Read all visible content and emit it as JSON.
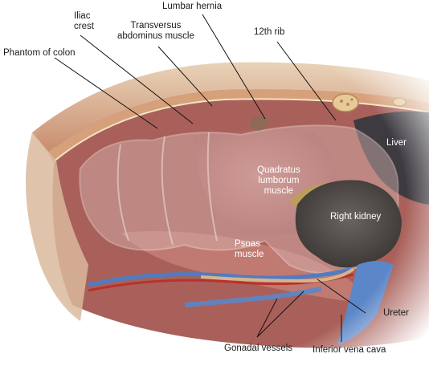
{
  "figure": {
    "labels": {
      "lumbar_hernia": "Lumbar hernia",
      "iliac_crest_line1": "Iliac",
      "iliac_crest_line2": "crest",
      "transversus_line1": "Transversus",
      "transversus_line2": "abdominus muscle",
      "twelfth_rib": "12th rib",
      "phantom_colon": "Phantom of colon",
      "liver": "Liver",
      "quadratus_line1": "Quadratus",
      "quadratus_line2": "lumborum",
      "quadratus_line3": "muscle",
      "right_kidney": "Right kidney",
      "psoas_line1": "Psoas",
      "psoas_line2": "muscle",
      "ureter": "Ureter",
      "gonadal_vessels": "Gonadal vessels",
      "inferior_vena_cava": "Inferior vena cava"
    },
    "colors": {
      "muscle": "#b66a66",
      "colon_phantom": "#c9a8a4",
      "kidney": "#4f4a48",
      "liver": "#3d3a40",
      "vessel_blue": "#5b86c8",
      "vessel_red": "#b8322d",
      "rib_bone": "#e7c99a"
    }
  }
}
